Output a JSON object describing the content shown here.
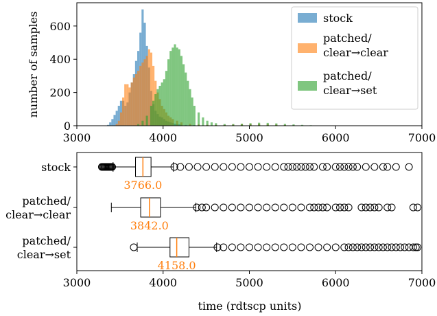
{
  "chart_data": [
    {
      "type": "histogram",
      "title": "",
      "xlabel": "",
      "ylabel": "number of samples",
      "xlim": [
        3000,
        7000
      ],
      "ylim": [
        0,
        740
      ],
      "xticks": [
        "3000",
        "4000",
        "5000",
        "6000",
        "7000"
      ],
      "yticks": [
        "0",
        "200",
        "400",
        "600"
      ],
      "grid": false,
      "legend_position": "top-right",
      "bin_width": 25,
      "series": [
        {
          "name": "stock",
          "color": "#1f77b4",
          "opacity": 0.6,
          "x": [
            3350,
            3375,
            3400,
            3425,
            3450,
            3475,
            3500,
            3525,
            3550,
            3575,
            3600,
            3625,
            3650,
            3675,
            3700,
            3725,
            3750,
            3775,
            3800,
            3825,
            3850,
            3875,
            3900,
            3925,
            3950,
            3975,
            4000,
            4025,
            4050,
            4075,
            4100,
            4125,
            4150,
            4175,
            4200,
            4250,
            4300,
            4350,
            4400,
            4500,
            4600,
            4700,
            4800,
            4900,
            5000,
            5100,
            5200,
            5300,
            5400,
            5500,
            5600
          ],
          "values": [
            5,
            20,
            40,
            65,
            90,
            120,
            150,
            150,
            120,
            140,
            200,
            260,
            310,
            390,
            450,
            560,
            700,
            620,
            480,
            350,
            210,
            130,
            90,
            70,
            55,
            50,
            40,
            30,
            25,
            20,
            16,
            12,
            10,
            8,
            6,
            5,
            4,
            4,
            4,
            4,
            4,
            5,
            6,
            7,
            8,
            7,
            6,
            5,
            4,
            3,
            2
          ]
        },
        {
          "name": "patched/\nclear→clear",
          "color": "#ff7f0e",
          "opacity": 0.6,
          "x": [
            3450,
            3475,
            3500,
            3525,
            3550,
            3575,
            3600,
            3625,
            3650,
            3675,
            3700,
            3725,
            3750,
            3775,
            3800,
            3825,
            3850,
            3875,
            3900,
            3925,
            3950,
            3975,
            4000,
            4025,
            4050,
            4075,
            4100,
            4150,
            4200,
            4300,
            4400,
            4500,
            4600,
            4700,
            4800,
            4900,
            5000,
            5100,
            5200,
            5300,
            5400,
            5500
          ],
          "values": [
            10,
            30,
            80,
            170,
            250,
            250,
            230,
            260,
            290,
            310,
            330,
            360,
            380,
            400,
            420,
            460,
            440,
            360,
            270,
            200,
            160,
            120,
            100,
            80,
            60,
            50,
            40,
            30,
            20,
            12,
            8,
            6,
            5,
            5,
            7,
            9,
            11,
            11,
            9,
            7,
            5,
            3
          ]
        },
        {
          "name": "patched/\nclear→set",
          "color": "#2ca02c",
          "opacity": 0.6,
          "x": [
            3700,
            3750,
            3800,
            3850,
            3875,
            3900,
            3925,
            3950,
            3975,
            4000,
            4025,
            4050,
            4075,
            4100,
            4125,
            4150,
            4175,
            4200,
            4225,
            4250,
            4275,
            4300,
            4325,
            4350,
            4400,
            4450,
            4500,
            4550,
            4600,
            4700,
            4800,
            4900,
            5000,
            5100,
            5200,
            5300,
            5400,
            5500,
            5600,
            5700,
            5800
          ],
          "values": [
            10,
            30,
            60,
            120,
            150,
            190,
            220,
            240,
            260,
            280,
            330,
            400,
            450,
            470,
            490,
            470,
            460,
            420,
            370,
            320,
            270,
            220,
            170,
            120,
            80,
            50,
            30,
            20,
            15,
            10,
            10,
            12,
            15,
            18,
            17,
            14,
            11,
            8,
            5,
            3,
            2
          ]
        }
      ]
    },
    {
      "type": "box",
      "title": "",
      "xlabel": "time (rdtscp units)",
      "ylabel": "",
      "xlim": [
        3000,
        7000
      ],
      "xticks": [
        "3000",
        "4000",
        "5000",
        "6000",
        "7000"
      ],
      "grid": false,
      "median_color": "#ff7f0e",
      "series": [
        {
          "name": "stock",
          "whisker_low": 3420,
          "q1": 3680,
          "median": 3766.0,
          "q3": 3860,
          "whisker_high": 4120,
          "median_label": "3766.0",
          "fliers": [
            3290,
            3300,
            3310,
            3320,
            3330,
            3340,
            3350,
            3360,
            3370,
            3380,
            3390,
            3400,
            3410,
            4130,
            4200,
            4300,
            4400,
            4500,
            4600,
            4700,
            4800,
            4900,
            5000,
            5100,
            5200,
            5300,
            5400,
            5450,
            5500,
            5550,
            5600,
            5650,
            5700,
            5750,
            5850,
            5900,
            6000,
            6050,
            6100,
            6150,
            6200,
            6250,
            6350,
            6450,
            6550,
            6600,
            6700,
            6850
          ]
        },
        {
          "name": "patched/\nclear→clear",
          "whisker_low": 3400,
          "q1": 3740,
          "median": 3842.0,
          "q3": 3970,
          "whisker_high": 4380,
          "median_label": "3842.0",
          "fliers": [
            4390,
            4450,
            4500,
            4600,
            4700,
            4800,
            4900,
            5000,
            5100,
            5200,
            5300,
            5400,
            5500,
            5600,
            5700,
            5750,
            5800,
            5850,
            5900,
            6000,
            6050,
            6100,
            6150,
            6300,
            6350,
            6400,
            6450,
            6500,
            6600,
            6650,
            6900,
            6950
          ]
        },
        {
          "name": "patched/\nclear→set",
          "whisker_low": 3700,
          "q1": 4080,
          "median": 4158.0,
          "q3": 4300,
          "whisker_high": 4620,
          "median_label": "4158.0",
          "fliers": [
            3660,
            4630,
            4700,
            4800,
            4900,
            5000,
            5100,
            5200,
            5300,
            5400,
            5500,
            5600,
            5700,
            5800,
            5900,
            6000,
            6100,
            6150,
            6200,
            6250,
            6300,
            6350,
            6400,
            6450,
            6500,
            6550,
            6600,
            6650,
            6700,
            6750,
            6800,
            6850,
            6900,
            6930,
            6950
          ]
        }
      ]
    }
  ]
}
